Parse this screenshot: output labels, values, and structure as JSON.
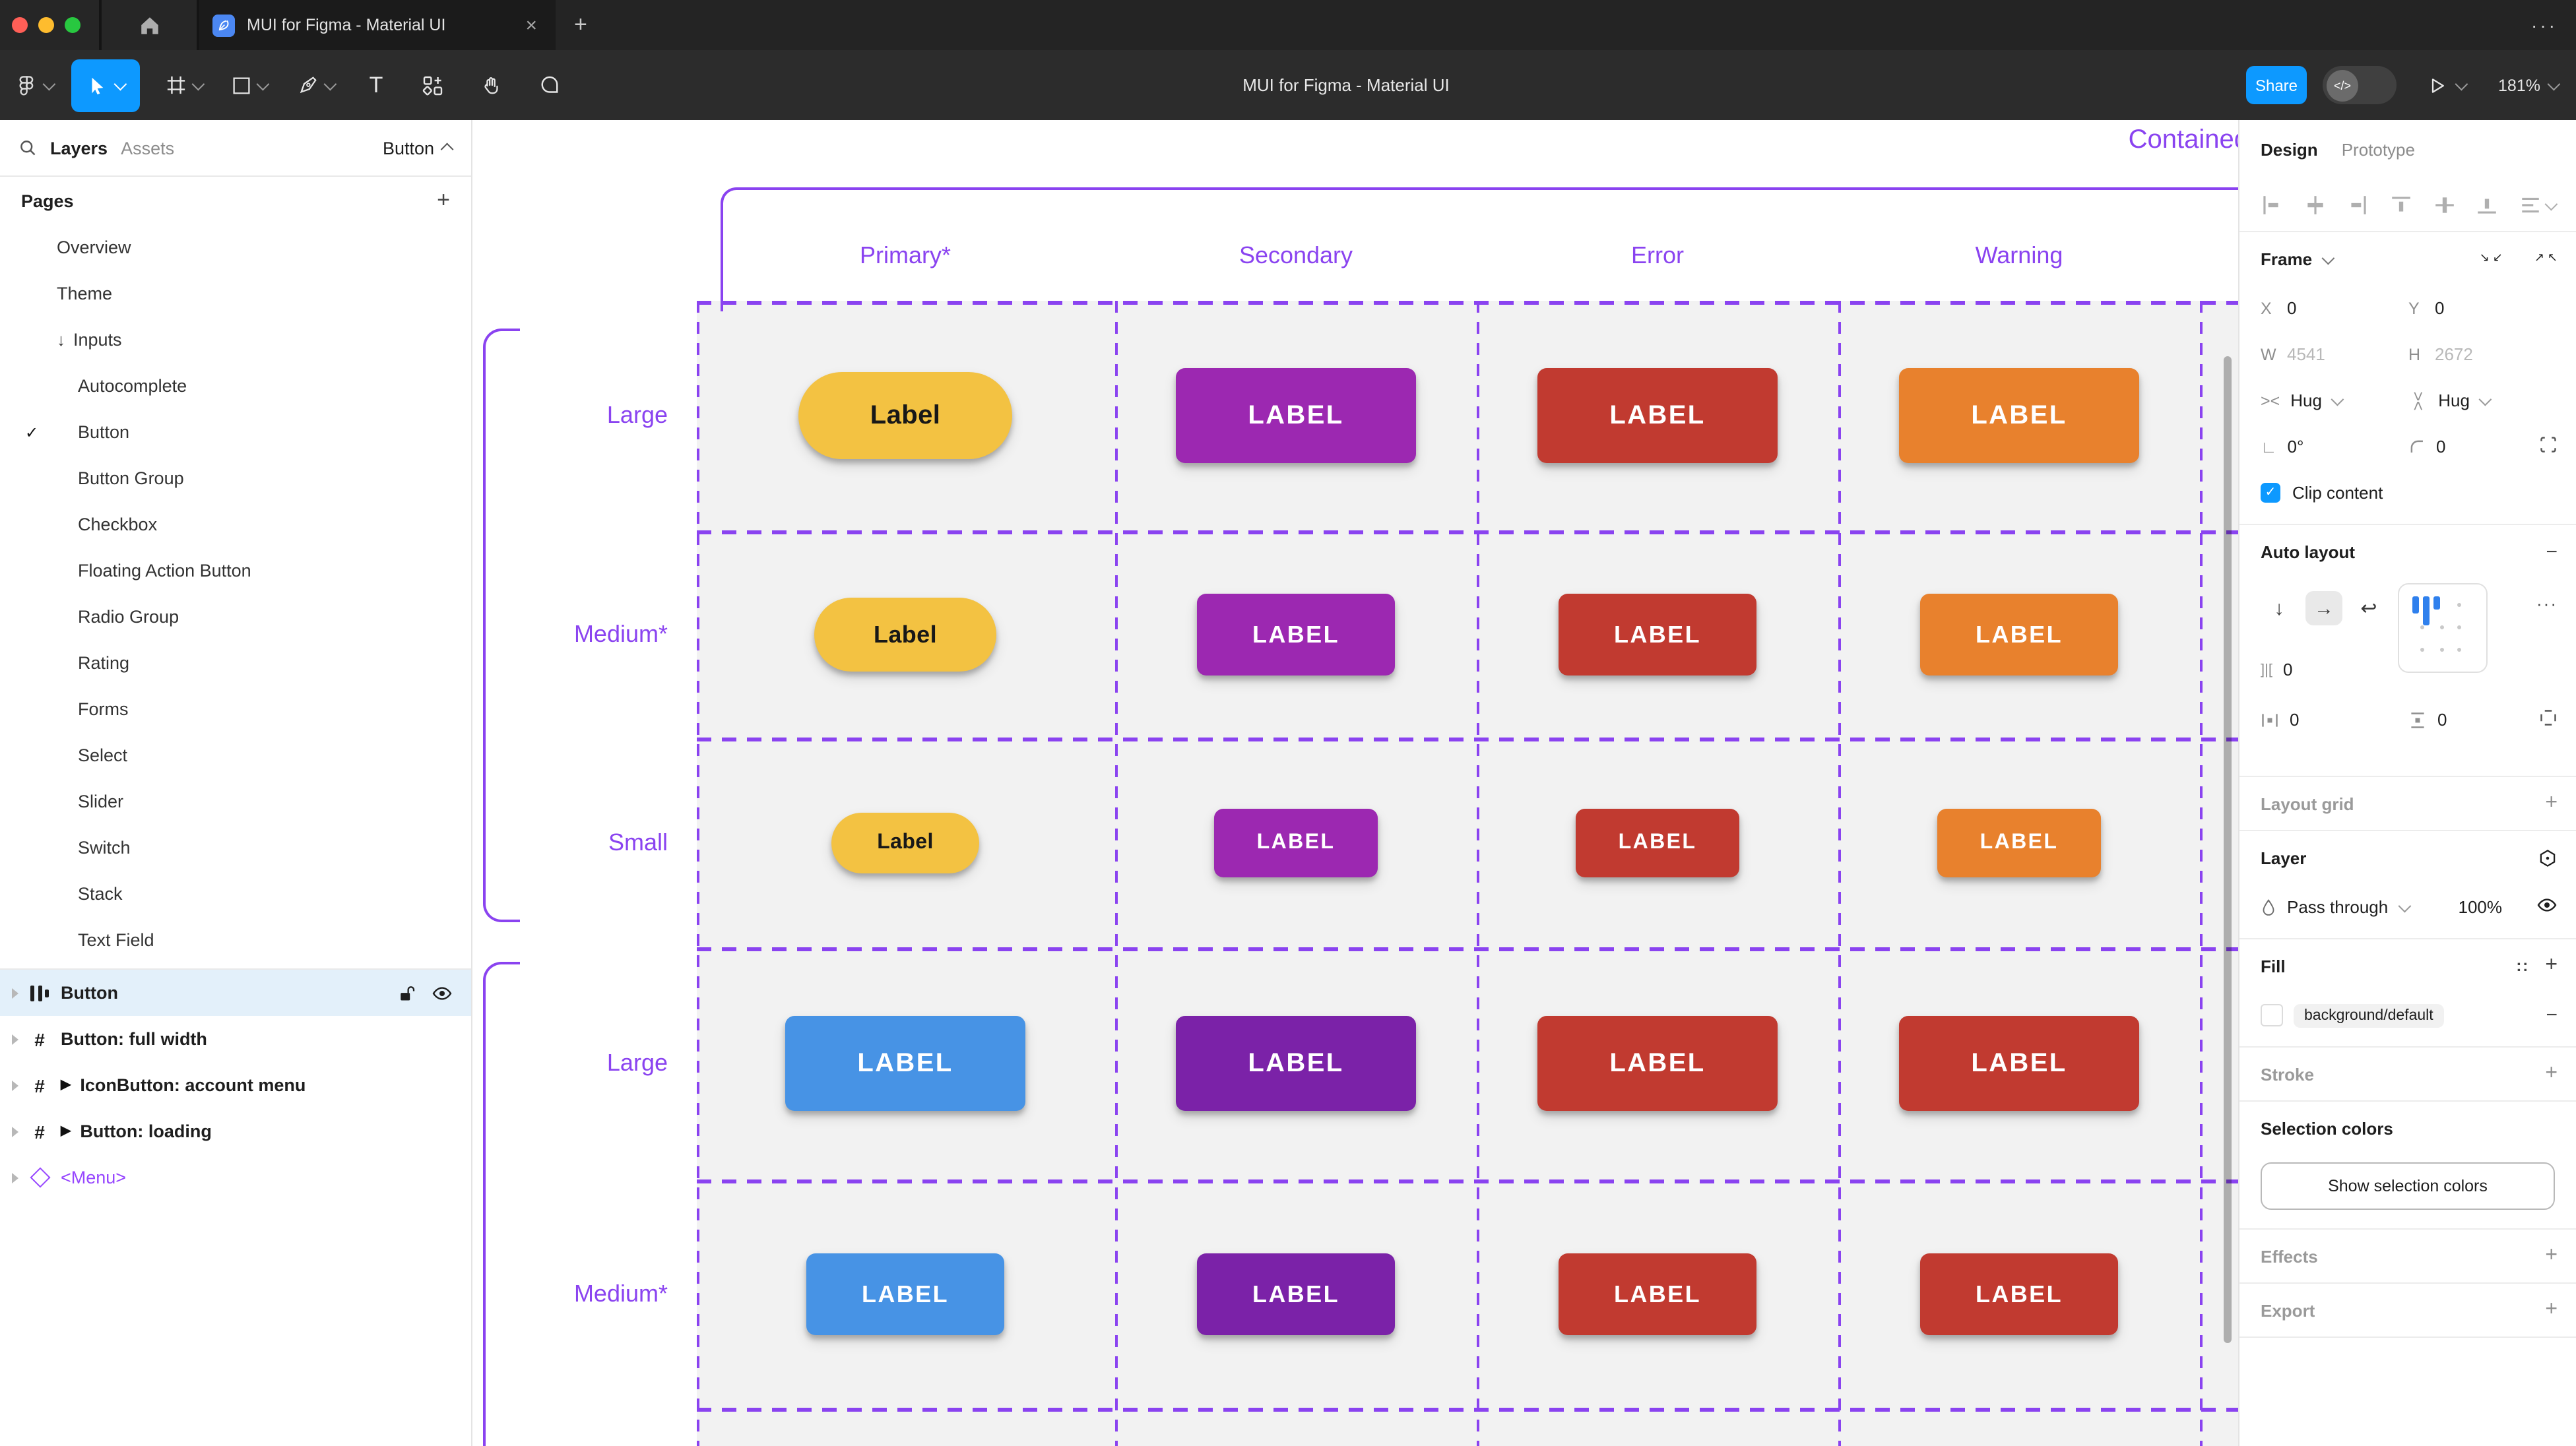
{
  "window": {
    "tab_title": "MUI for Figma - Material UI",
    "doc_title": "MUI for Figma - Material UI",
    "share_label": "Share",
    "zoom_level": "181%"
  },
  "icons": {
    "close": "×",
    "plus": "+",
    "minus": "−",
    "more_h": "···",
    "check": "✓",
    "arrow_down": "↓",
    "dir_down": "↓",
    "dir_right": "→",
    "wrap": "↩",
    "styles": "::",
    "collapse_tl": "↘ ↙",
    "collapse_bl": "↗ ↖",
    "angle": "∟",
    "degree": "0°"
  },
  "sidebar": {
    "tabs": {
      "layers": "Layers",
      "assets": "Assets"
    },
    "page_selector": "Button",
    "pages_header": "Pages",
    "pages": [
      {
        "label": "Overview"
      },
      {
        "label": "Theme"
      },
      {
        "label": "Inputs"
      },
      {
        "label": "Autocomplete"
      },
      {
        "label": "Button"
      },
      {
        "label": "Button Group"
      },
      {
        "label": "Checkbox"
      },
      {
        "label": "Floating Action Button"
      },
      {
        "label": "Radio Group"
      },
      {
        "label": "Rating"
      },
      {
        "label": "Forms"
      },
      {
        "label": "Select"
      },
      {
        "label": "Slider"
      },
      {
        "label": "Switch"
      },
      {
        "label": "Stack"
      },
      {
        "label": "Text Field"
      }
    ],
    "layers": [
      {
        "name": "Button"
      },
      {
        "name": "Button: full width"
      },
      {
        "name": "IconButton: account menu"
      },
      {
        "name": "Button: loading"
      },
      {
        "name": "<Menu>"
      }
    ]
  },
  "canvas": {
    "frame_name": "Contained",
    "columns": [
      "Primary*",
      "Secondary",
      "Error",
      "Warning"
    ],
    "row_labels": [
      "Large",
      "Medium*",
      "Small",
      "Large",
      "Medium*"
    ],
    "colors": {
      "annotation_purple": "#8A43F0",
      "primary_yellow": "#F3C242",
      "secondary_purple": "#9C28B1",
      "error_red": "#C13A30",
      "warning_orange": "#E8812D",
      "primary_blue": "#4793E5",
      "secondary_dark_purple": "#7B22A8"
    },
    "grid": {
      "rows": [
        {
          "size": "large",
          "buttons": [
            {
              "label": "Label",
              "bg": "#F3C242",
              "fg": "#181818"
            },
            {
              "label": "LABEL",
              "bg": "#9C28B1",
              "fg": "#FFFFFF"
            },
            {
              "label": "LABEL",
              "bg": "#C13A30",
              "fg": "#FFFFFF"
            },
            {
              "label": "LABEL",
              "bg": "#E8812D",
              "fg": "#FFFFFF"
            }
          ]
        },
        {
          "size": "medium",
          "buttons": [
            {
              "label": "Label",
              "bg": "#F3C242",
              "fg": "#181818"
            },
            {
              "label": "LABEL",
              "bg": "#9C28B1",
              "fg": "#FFFFFF"
            },
            {
              "label": "LABEL",
              "bg": "#C13A30",
              "fg": "#FFFFFF"
            },
            {
              "label": "LABEL",
              "bg": "#E8812D",
              "fg": "#FFFFFF"
            }
          ]
        },
        {
          "size": "small",
          "buttons": [
            {
              "label": "Label",
              "bg": "#F3C242",
              "fg": "#181818"
            },
            {
              "label": "LABEL",
              "bg": "#9C28B1",
              "fg": "#FFFFFF"
            },
            {
              "label": "LABEL",
              "bg": "#C13A30",
              "fg": "#FFFFFF"
            },
            {
              "label": "LABEL",
              "bg": "#E8812D",
              "fg": "#FFFFFF"
            }
          ]
        },
        {
          "size": "large",
          "buttons": [
            {
              "label": "LABEL",
              "bg": "#4793E5",
              "fg": "#FFFFFF"
            },
            {
              "label": "LABEL",
              "bg": "#7B22A8",
              "fg": "#FFFFFF"
            },
            {
              "label": "LABEL",
              "bg": "#C13A30",
              "fg": "#FFFFFF"
            },
            {
              "label": "LABEL",
              "bg": "#C13A30",
              "fg": "#FFFFFF"
            }
          ]
        },
        {
          "size": "medium",
          "buttons": [
            {
              "label": "LABEL",
              "bg": "#4793E5",
              "fg": "#FFFFFF"
            },
            {
              "label": "LABEL",
              "bg": "#7B22A8",
              "fg": "#FFFFFF"
            },
            {
              "label": "LABEL",
              "bg": "#C13A30",
              "fg": "#FFFFFF"
            },
            {
              "label": "LABEL",
              "bg": "#C13A30",
              "fg": "#FFFFFF"
            }
          ]
        }
      ]
    }
  },
  "panel": {
    "tabs": {
      "design": "Design",
      "prototype": "Prototype"
    },
    "frame": {
      "title": "Frame",
      "x_label": "X",
      "x": "0",
      "y_label": "Y",
      "y": "0",
      "w_label": "W",
      "w": "4541",
      "h_label": "H",
      "h": "2672",
      "hug_h": "Hug",
      "hug_v": "Hug",
      "rotation": "0°",
      "radius": "0",
      "clip_label": "Clip content"
    },
    "auto_layout": {
      "title": "Auto layout",
      "gap": "0",
      "pad_h": "0",
      "pad_v": "0"
    },
    "layout_grid_label": "Layout grid",
    "layer": {
      "title": "Layer",
      "blend_mode": "Pass through",
      "opacity": "100%"
    },
    "fill": {
      "title": "Fill",
      "token": "background/default"
    },
    "stroke_label": "Stroke",
    "selection_colors": {
      "title": "Selection colors",
      "button_label": "Show selection colors"
    },
    "effects_label": "Effects",
    "export_label": "Export"
  }
}
